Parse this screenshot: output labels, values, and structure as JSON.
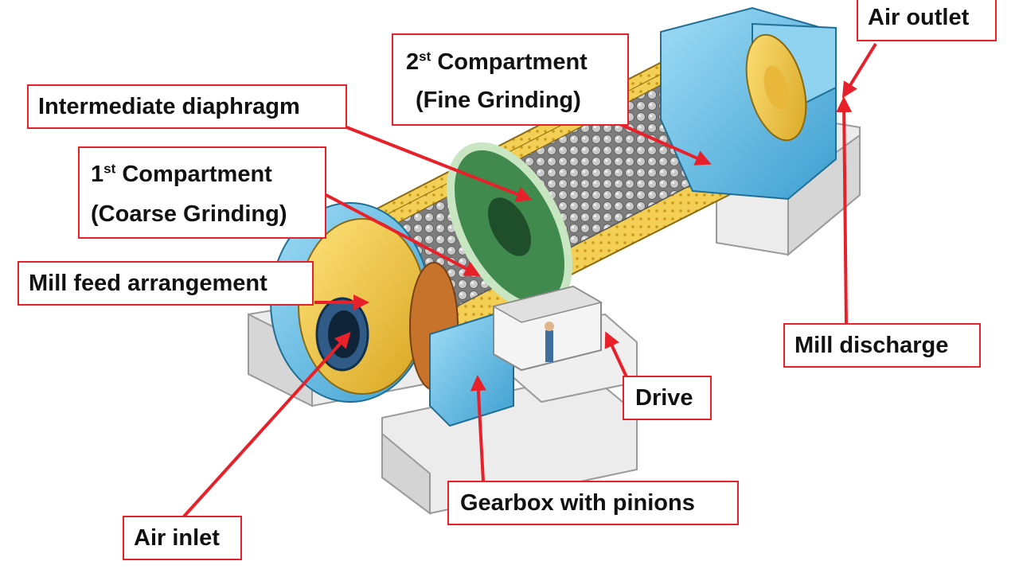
{
  "diagram": {
    "labels": {
      "air_outlet": "Air outlet",
      "compartment2_num": "2",
      "compartment2_sup": "st",
      "compartment2_word": "Compartment",
      "compartment2_sub": "(Fine Grinding)",
      "intermediate_diaphragm": "Intermediate diaphragm",
      "compartment1_num": "1",
      "compartment1_sup": "st",
      "compartment1_word": "Compartment",
      "compartment1_sub": "(Coarse Grinding)",
      "mill_feed": "Mill feed arrangement",
      "mill_discharge": "Mill discharge",
      "drive": "Drive",
      "gearbox": "Gearbox with pinions",
      "air_inlet": "Air inlet"
    },
    "colors": {
      "label_border": "#e8202a",
      "arrow": "#e8202a",
      "shell_yellow": "#f2c94c",
      "machine_blue": "#6ec3e8",
      "diaphragm_green": "#3f8a4c",
      "foundation_grey": "#e6e6e6"
    }
  }
}
